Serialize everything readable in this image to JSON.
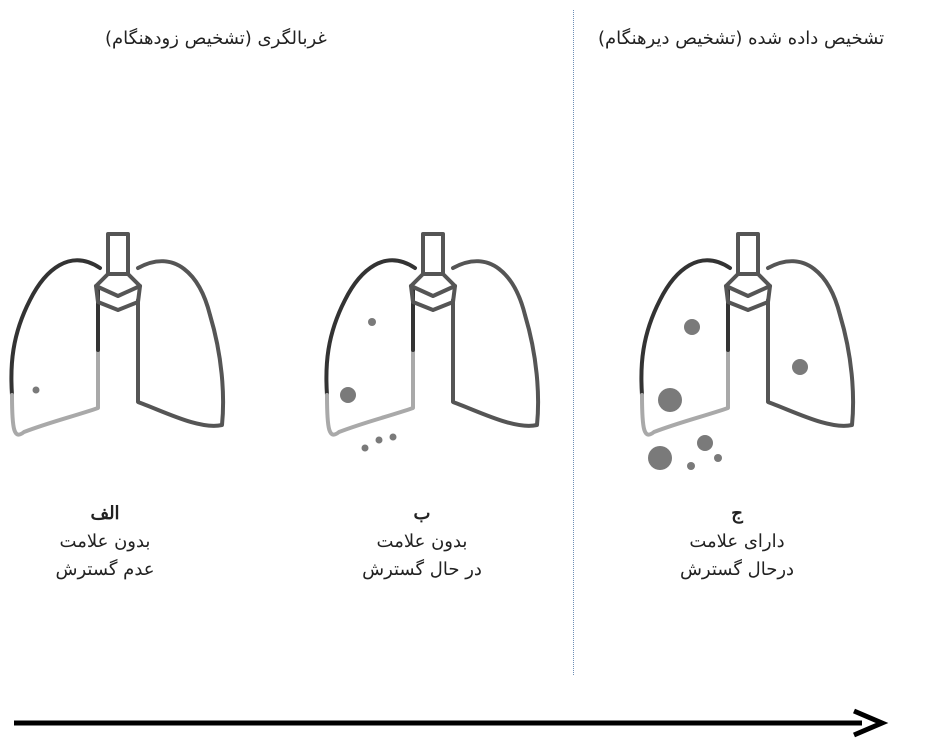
{
  "headings": {
    "screening": "غربالگری (تشخیص زودهنگام)",
    "diagnosed": "تشخیص داده شده (تشخیص دیرهنگام)"
  },
  "stages": [
    {
      "letter": "الف",
      "line1": "بدون علامت",
      "line2": "عدم گسترش"
    },
    {
      "letter": "ب",
      "line1": "بدون علامت",
      "line2": "در حال گسترش"
    },
    {
      "letter": "ج",
      "line1": "دارای علامت",
      "line2": "درحال گسترش"
    }
  ],
  "colors": {
    "lung_outline": "#333333",
    "lung_affected": "#a9a9a9",
    "tumor": "#7a7a7a",
    "divider": "#6f8fb6",
    "arrow": "#000000"
  }
}
